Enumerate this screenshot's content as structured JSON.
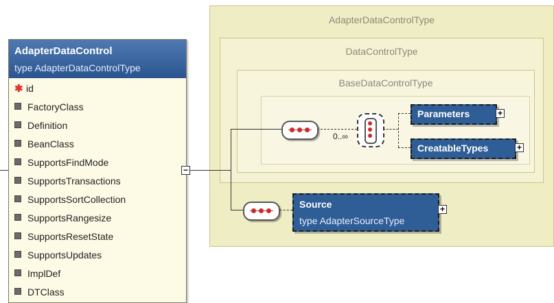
{
  "types": {
    "adapter_title": "AdapterDataControlType",
    "data_control_title": "DataControlType",
    "base_title": "BaseDataControlType"
  },
  "element": {
    "name": "AdapterDataControl",
    "type_line": "type AdapterDataControlType",
    "attributes": [
      {
        "name": "id",
        "required": true
      },
      {
        "name": "FactoryClass",
        "required": false
      },
      {
        "name": "Definition",
        "required": false
      },
      {
        "name": "BeanClass",
        "required": false
      },
      {
        "name": "SupportsFindMode",
        "required": false
      },
      {
        "name": "SupportsTransactions",
        "required": false
      },
      {
        "name": "SupportsSortCollection",
        "required": false
      },
      {
        "name": "SupportsRangesize",
        "required": false
      },
      {
        "name": "SupportsResetState",
        "required": false
      },
      {
        "name": "SupportsUpdates",
        "required": false
      },
      {
        "name": "ImplDef",
        "required": false
      },
      {
        "name": "DTClass",
        "required": false
      }
    ],
    "required_marker": "✱"
  },
  "choice": {
    "cardinality": "0..∞"
  },
  "children": {
    "parameters": "Parameters",
    "creatable_types": "CreatableTypes",
    "source_name": "Source",
    "source_type": "type AdapterSourceType"
  },
  "symbols": {
    "plus": "+",
    "minus": "−"
  },
  "colors": {
    "type_box_fill": "#efedc4",
    "type_box_inner_fill": "#f4f2d2",
    "element_header": "#2f5d96",
    "element_body": "#fdfbe6",
    "child_fill": "#2f5d96",
    "required_marker": "#e0302a",
    "connector_red": "#cc2a2a"
  }
}
